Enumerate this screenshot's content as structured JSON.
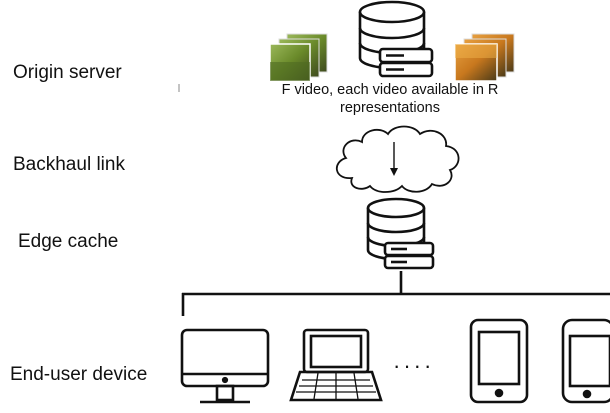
{
  "rows": {
    "origin_server": "Origin server",
    "backhaul_link": "Backhaul link",
    "edge_cache": "Edge cache",
    "end_user_device": "End-user device"
  },
  "origin_caption": {
    "line1": "F video, each video available in R",
    "line2": "representations"
  },
  "devices": {
    "ellipsis": "····"
  },
  "colors": {
    "stroke": "#111111",
    "thumb_dark": "#4a3a18",
    "thumb_green": "#6a8a2a",
    "thumb_orange": "#c8781e"
  },
  "icons": [
    "database-icon",
    "server-icon",
    "cloud-icon",
    "monitor-icon",
    "laptop-icon",
    "tablet-icon",
    "phone-icon",
    "video-thumbnails-icon"
  ]
}
